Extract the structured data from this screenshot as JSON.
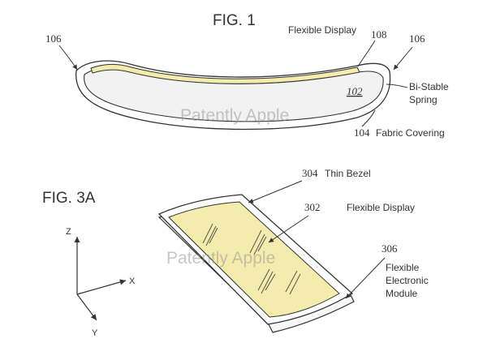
{
  "fig1": {
    "title": "FIG. 1",
    "labels": {
      "flexible_display": "Flexible Display",
      "ref_108": "108",
      "ref_106_left": "106",
      "ref_106_right": "106",
      "ref_102": "102",
      "bi_stable": "Bi-Stable",
      "spring": "Spring",
      "ref_104": "104",
      "fabric_covering": "Fabric Covering"
    }
  },
  "fig3a": {
    "title": "FIG. 3A",
    "labels": {
      "ref_304": "304",
      "thin_bezel": "Thin Bezel",
      "ref_302": "302",
      "flexible_display": "Flexible Display",
      "ref_306": "306",
      "flexible": "Flexible",
      "electronic": "Electronic",
      "module": "Module"
    },
    "axes": {
      "z": "Z",
      "x": "X",
      "y": "Y"
    }
  },
  "watermark": "Patently Apple",
  "colors": {
    "display_fill": "#f4ecad",
    "line": "#333333",
    "band_fill": "#f2f2f2"
  }
}
